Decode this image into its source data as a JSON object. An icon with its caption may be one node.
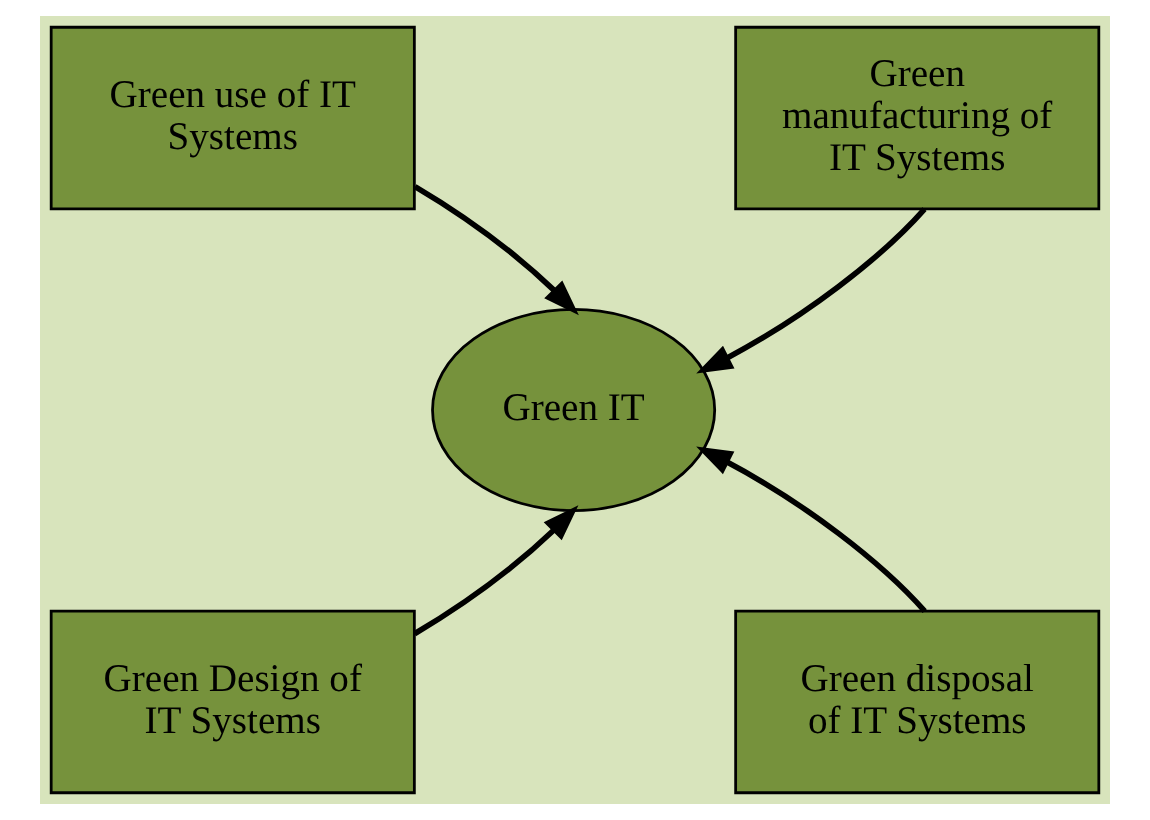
{
  "diagram": {
    "nodes": [
      {
        "text": [
          "Green use of IT Systems"
        ]
      },
      {
        "text": [
          "Green manufacturing of IT Systems"
        ]
      },
      {
        "text": [
          "Green IT"
        ]
      },
      {
        "text": [
          "Green Design of IT Systems"
        ]
      },
      {
        "text": [
          "Green disposal of IT Systems"
        ]
      }
    ],
    "edges": [
      {
        "from": 0,
        "to": 2,
        "arrow": "to"
      },
      {
        "from": 1,
        "to": 2,
        "arrow": "to"
      },
      {
        "from": 3,
        "to": 2,
        "arrow": "to"
      },
      {
        "from": 4,
        "to": 2,
        "arrow": "to"
      }
    ]
  }
}
